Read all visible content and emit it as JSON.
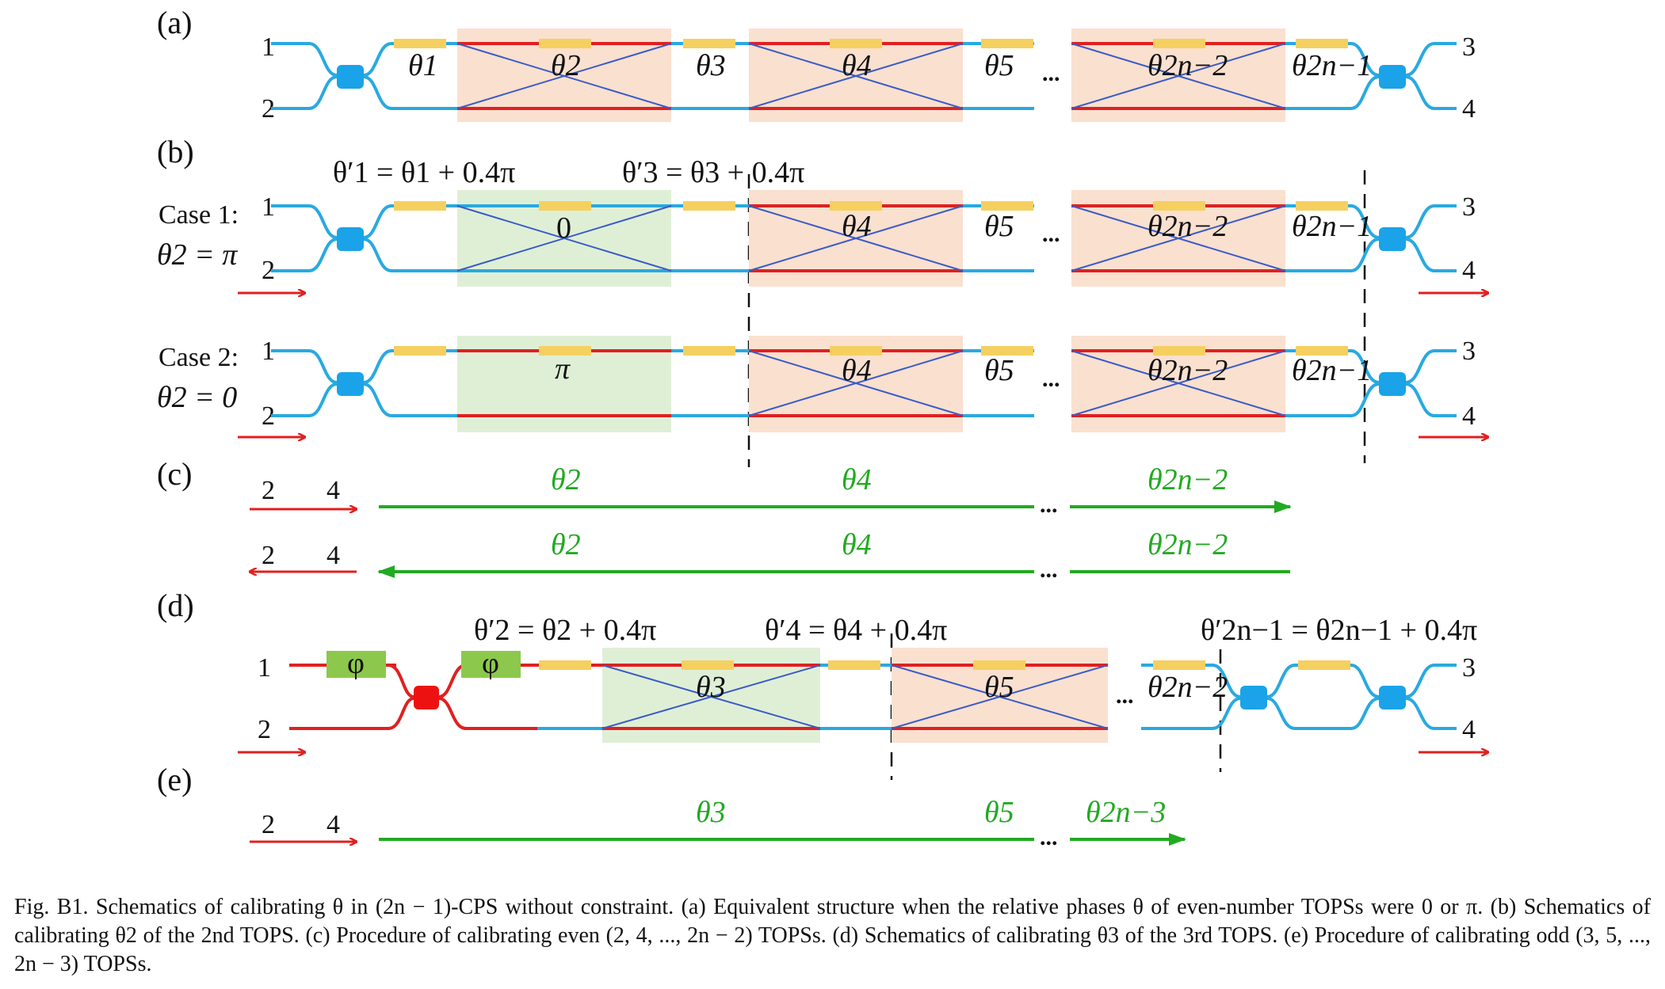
{
  "panels": {
    "a": "(a)",
    "b": "(b)",
    "c": "(c)",
    "d": "(d)",
    "e": "(e)"
  },
  "ports": {
    "p1": "1",
    "p2": "2",
    "p3": "3",
    "p4": "4"
  },
  "theta_labels_a": [
    "θ1",
    "θ2",
    "θ3",
    "θ4",
    "θ5",
    "θ2n−2",
    "θ2n−1"
  ],
  "dots": "...",
  "b_equations": {
    "eq1": "θ′1 = θ1 + 0.4π",
    "eq3": "θ′3 = θ3 + 0.4π"
  },
  "case1": {
    "label": "Case 1:",
    "condition": "θ2 = π",
    "green_value": "0"
  },
  "case2": {
    "label": "Case 2:",
    "condition": "θ2 = 0",
    "green_value": "π"
  },
  "c_labels": [
    "θ2",
    "θ4",
    "θ2n−2"
  ],
  "d_equations": {
    "eq2": "θ′2 = θ2 + 0.4π",
    "eq4": "θ′4 = θ4 + 0.4π",
    "eq2n1": "θ′2n−1 = θ2n−1 + 0.4π"
  },
  "phi": "φ",
  "d_labels": [
    "θ3",
    "θ5",
    "θ2n−2"
  ],
  "e_labels": [
    "θ3",
    "θ5",
    "θ2n−3"
  ],
  "caption": "Fig. B1.  Schematics of calibrating θ in (2n − 1)-CPS without constraint. (a) Equivalent structure when the relative phases θ of even-number TOPSs were 0 or π. (b) Schematics of calibrating θ2 of the 2nd TOPS. (c) Procedure of calibrating even (2, 4, ..., 2n − 2) TOPSs. (d) Schematics of calibrating θ3 of the 3rd TOPS. (e) Procedure of calibrating odd (3, 5, ..., 2n − 3) TOPSs.",
  "colors": {
    "blue": "#29a9e1",
    "red": "#e02020",
    "yellow": "#f5d060",
    "orange_bg": "#fae0cf",
    "green_bg": "#dfefd6",
    "green_arrow": "#22aa22",
    "cross_blue": "#3a5bc7",
    "phase_green": "#8cc84b",
    "coupler_blue": "#1aa3e8",
    "coupler_red": "#ee1111"
  }
}
